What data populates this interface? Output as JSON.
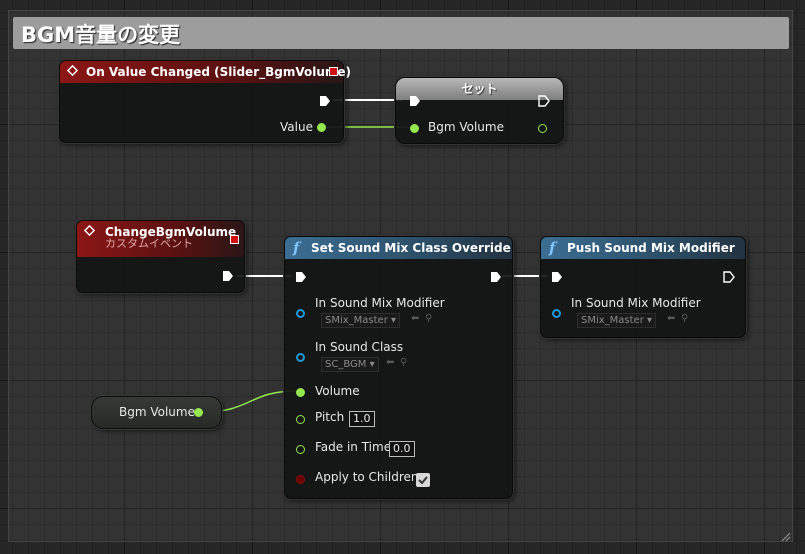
{
  "comment": {
    "title": "BGM音量の変更"
  },
  "colors": {
    "exec_wire": "#ffffff",
    "float_wire": "#94e84d",
    "event_header": "#8c1616",
    "function_header": "#3b6e92",
    "float_pin": "#94e84d",
    "object_pin": "#1c9ad8",
    "bool_pin": "#8a0f0f"
  },
  "on_value_changed": {
    "title": "On Value Changed (Slider_BgmVolume)",
    "value_label": "Value"
  },
  "set_node": {
    "title": "セット",
    "bgm_volume_label": "Bgm Volume"
  },
  "change_bgm_volume": {
    "title": "ChangeBgmVolume",
    "subtitle": "カスタムイベント"
  },
  "set_sound_mix": {
    "title": "Set Sound Mix Class Override",
    "in_sound_mix_modifier_label": "In Sound Mix Modifier",
    "in_sound_mix_modifier_value": "SMix_Master",
    "in_sound_class_label": "In Sound Class",
    "in_sound_class_value": "SC_BGM",
    "volume_label": "Volume",
    "pitch_label": "Pitch",
    "pitch_value": "1.0",
    "fade_in_time_label": "Fade in Time",
    "fade_in_time_value": "0.0",
    "apply_to_children_label": "Apply to Children",
    "apply_to_children_checked": true
  },
  "push_sound_mix": {
    "title": "Push Sound Mix Modifier",
    "in_sound_mix_modifier_label": "In Sound Mix Modifier",
    "in_sound_mix_modifier_value": "SMix_Master"
  },
  "bgm_volume_getter": {
    "label": "Bgm Volume"
  },
  "icons": {
    "function": "f",
    "dropdown": "▾",
    "arrow": "⬅",
    "search": "⚲"
  }
}
